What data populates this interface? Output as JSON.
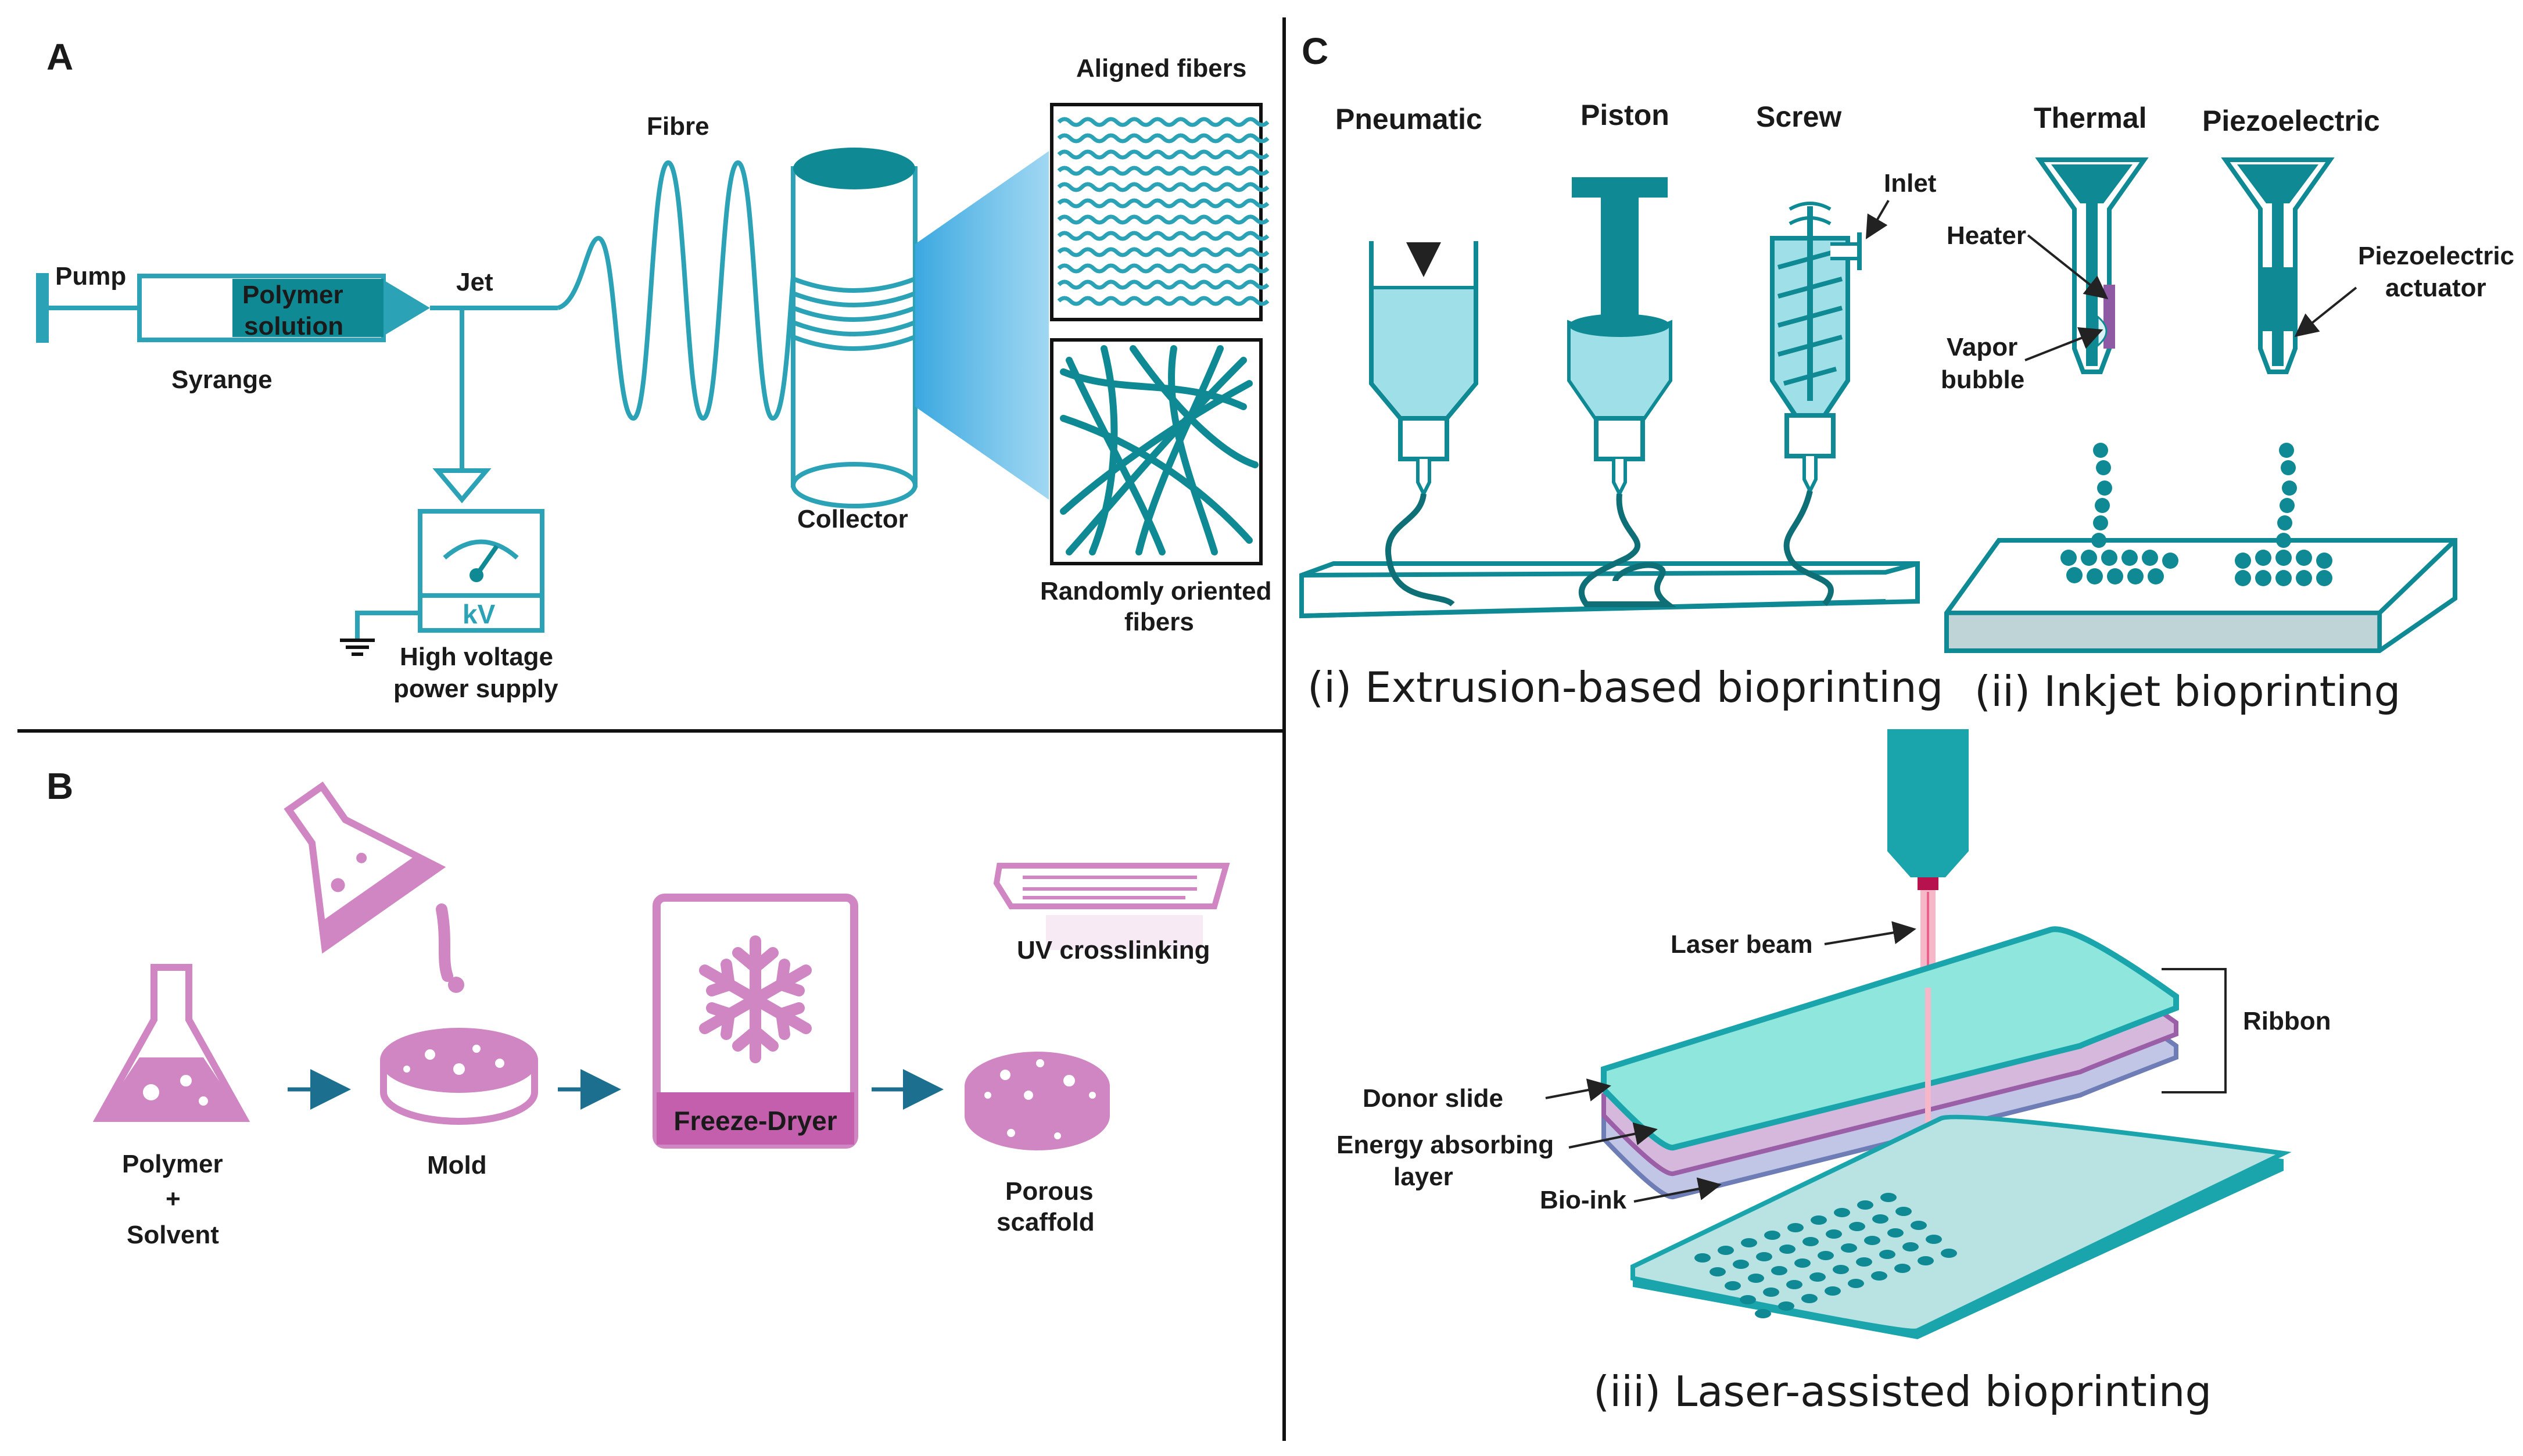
{
  "panels": {
    "A": {
      "letter": "A",
      "labels": {
        "pump": "Pump",
        "polymer_solution_1": "Polymer",
        "polymer_solution_2": "solution",
        "syrange": "Syrange",
        "jet": "Jet",
        "fibre": "Fibre",
        "collector": "Collector",
        "aligned": "Aligned fibers",
        "random_1": "Randomly oriented",
        "random_2": "fibers",
        "kv": "kV",
        "hv_1": "High voltage",
        "hv_2": "power supply"
      }
    },
    "B": {
      "letter": "B",
      "labels": {
        "polymer": "Polymer",
        "plus": "+",
        "solvent": "Solvent",
        "mold": "Mold",
        "freeze_dryer": "Freeze-Dryer",
        "uv": "UV crosslinking",
        "porous_1": "Porous",
        "porous_2": "scaffold"
      }
    },
    "C": {
      "letter": "C",
      "labels": {
        "pneumatic": "Pneumatic",
        "piston": "Piston",
        "screw": "Screw",
        "inlet": "Inlet",
        "thermal": "Thermal",
        "piezoelectric": "Piezoelectric",
        "heater": "Heater",
        "vapor_1": "Vapor",
        "vapor_2": "bubble",
        "piezo_act_1": "Piezoelectric",
        "piezo_act_2": "actuator",
        "caption_i": "(i) Extrusion-based bioprinting",
        "caption_ii": "(ii) Inkjet bioprinting",
        "laser_beam": "Laser beam",
        "ribbon": "Ribbon",
        "donor_slide": "Donor slide",
        "energy_1": "Energy absorbing",
        "energy_2": "layer",
        "bioink": "Bio-ink",
        "caption_iii": "(iii) Laser-assisted bioprinting"
      }
    }
  },
  "colors": {
    "teal_line": "#2ba2b6",
    "teal_dark": "#0f8a94",
    "teal_fill": "#9fe0e8",
    "pink": "#cf86c2",
    "pink_dark": "#c45fad",
    "blue_glow": "#55b9ea",
    "navy_arrow": "#1d6f8f"
  }
}
